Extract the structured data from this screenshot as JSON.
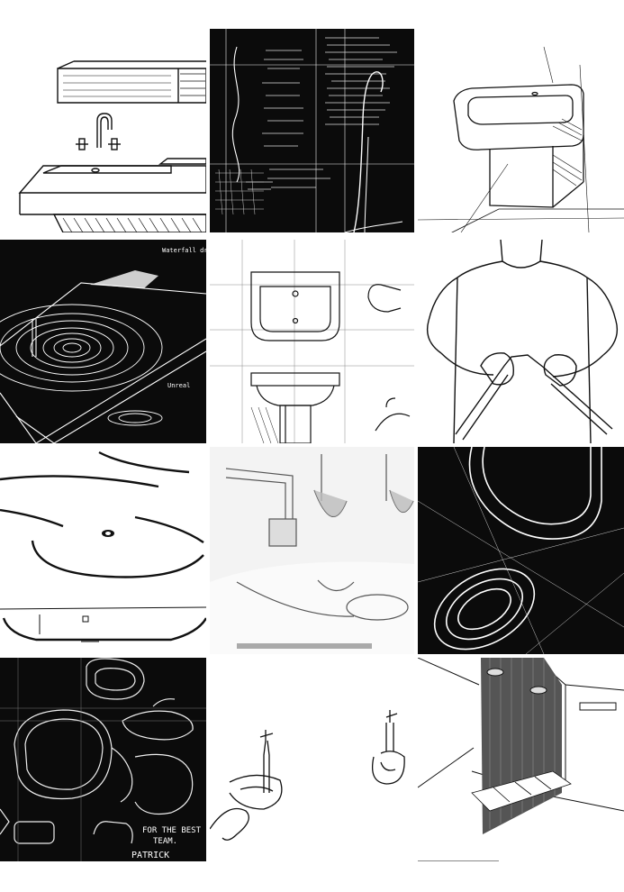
{
  "page": {
    "background": "#ffffff"
  },
  "tiles": [
    {
      "subject": "washbasin with faucet and mirror shelf",
      "bg": "#ffffff"
    },
    {
      "subject": "notebook page with handwritten notes and faucet sketch",
      "bg": "#0b0b0b"
    },
    {
      "subject": "wall-mounted basin perspective sketch",
      "bg": "#ffffff"
    },
    {
      "subject": "basin with concentric water ripples",
      "bg": "#0b0b0b",
      "notes": [
        "Waterfall drop",
        "Unreal"
      ]
    },
    {
      "subject": "pedestal washbasin orthographic drawings",
      "bg": "#ffffff"
    },
    {
      "subject": "person bending a pipe",
      "bg": "#ffffff"
    },
    {
      "subject": "oval basin with drain marker sketch",
      "bg": "#ffffff"
    },
    {
      "subject": "faucet and bowl rendering study",
      "bg": "#f1f1f1"
    },
    {
      "subject": "oval toilet and basin outlines",
      "bg": "#0b0b0b"
    },
    {
      "subject": "toilet concept sketches with signature",
      "bg": "#0b0b0b",
      "notes": [
        "FOR THE BEST",
        "TEAM.",
        "PATRICK"
      ]
    },
    {
      "subject": "faucets with ribbon water flows",
      "bg": "#ffffff"
    },
    {
      "subject": "shower room perspective with rain showers",
      "bg": "#ffffff"
    }
  ]
}
